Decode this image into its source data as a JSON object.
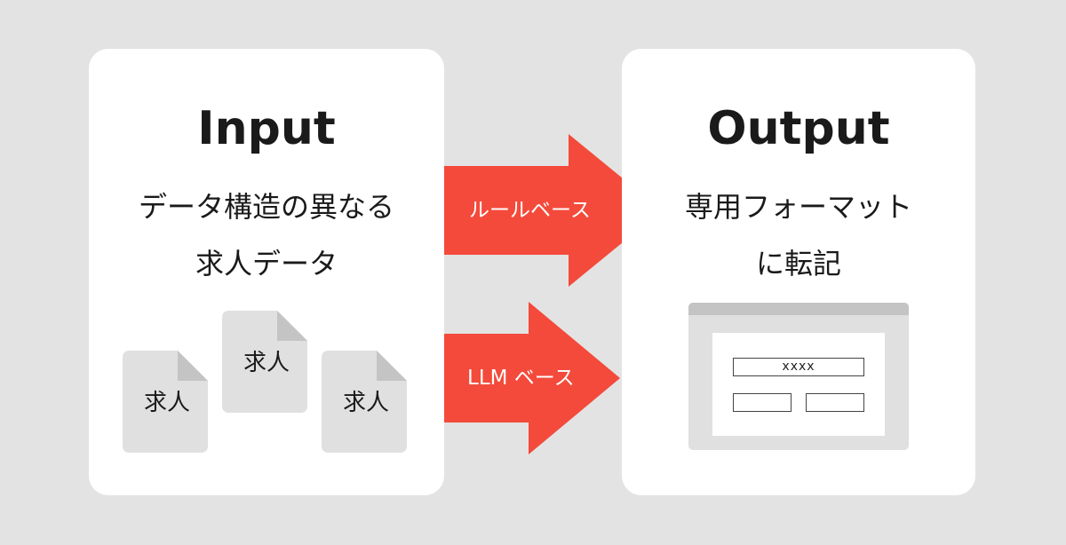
{
  "input": {
    "title": "Input",
    "subtitle_line1": "データ構造の異なる",
    "subtitle_line2": "求人データ",
    "documents": [
      {
        "label": "求人"
      },
      {
        "label": "求人"
      },
      {
        "label": "求人"
      }
    ]
  },
  "arrows": [
    {
      "label": "ルールベース"
    },
    {
      "label": "LLM ベース"
    }
  ],
  "output": {
    "title": "Output",
    "subtitle_line1": "専用フォーマット",
    "subtitle_line2": "に転記",
    "form_field_text": "xxxx"
  },
  "colors": {
    "background": "#e3e3e3",
    "panel": "#ffffff",
    "arrow": "#f44a3b",
    "document": "#e0e0e0",
    "document_fold": "#c4c4c4"
  }
}
